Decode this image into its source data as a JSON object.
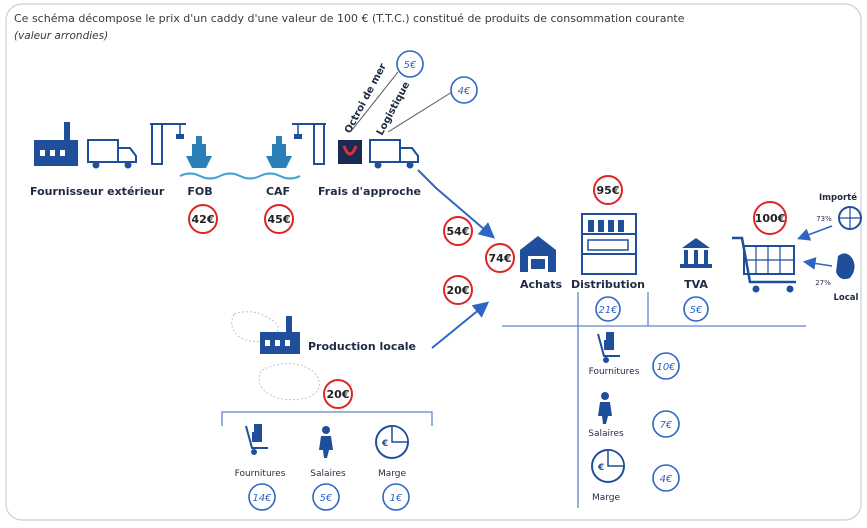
{
  "header": {
    "line1": "Ce schéma décompose le prix d'un caddy d'une valeur de 100 € (T.T.C.) constitué de produits de consommation courante",
    "line2": "(valeur arrondies)"
  },
  "chain": {
    "fournisseur": "Fournisseur extérieur",
    "fob_label": "FOB",
    "fob_value": "42€",
    "caf_label": "CAF",
    "caf_value": "45€",
    "frais_label": "Frais d'approche",
    "octroi_label": "Octroi de mer",
    "octroi_value": "5€",
    "logistique_label": "Logistique",
    "logistique_value": "4€"
  },
  "center": {
    "import_value": "54€",
    "local_value": "20€",
    "achats_value": "74€",
    "achats_label": "Achats",
    "distribution_value": "95€",
    "distribution_label": "Distribution",
    "distribution_sub": "21€",
    "tva_label": "TVA",
    "tva_value": "5€",
    "total_value": "100€"
  },
  "origin": {
    "importe_label": "Importé",
    "importe_pct": "73%",
    "local_label": "Local",
    "local_pct": "27%"
  },
  "distribution_breakdown": [
    {
      "label": "Fournitures",
      "value": "10€"
    },
    {
      "label": "Salaires",
      "value": "7€"
    },
    {
      "label": "Marge",
      "value": "4€"
    }
  ],
  "local_production": {
    "label": "Production locale",
    "value": "20€",
    "items": [
      {
        "label": "Fournitures",
        "value": "14€"
      },
      {
        "label": "Salaires",
        "value": "5€"
      },
      {
        "label": "Marge",
        "value": "1€"
      }
    ]
  },
  "colors": {
    "red_circle": "#e02424",
    "blue_circle": "#2f66c4",
    "navy": "#1f4e9a",
    "teal": "#2a7fb8"
  }
}
